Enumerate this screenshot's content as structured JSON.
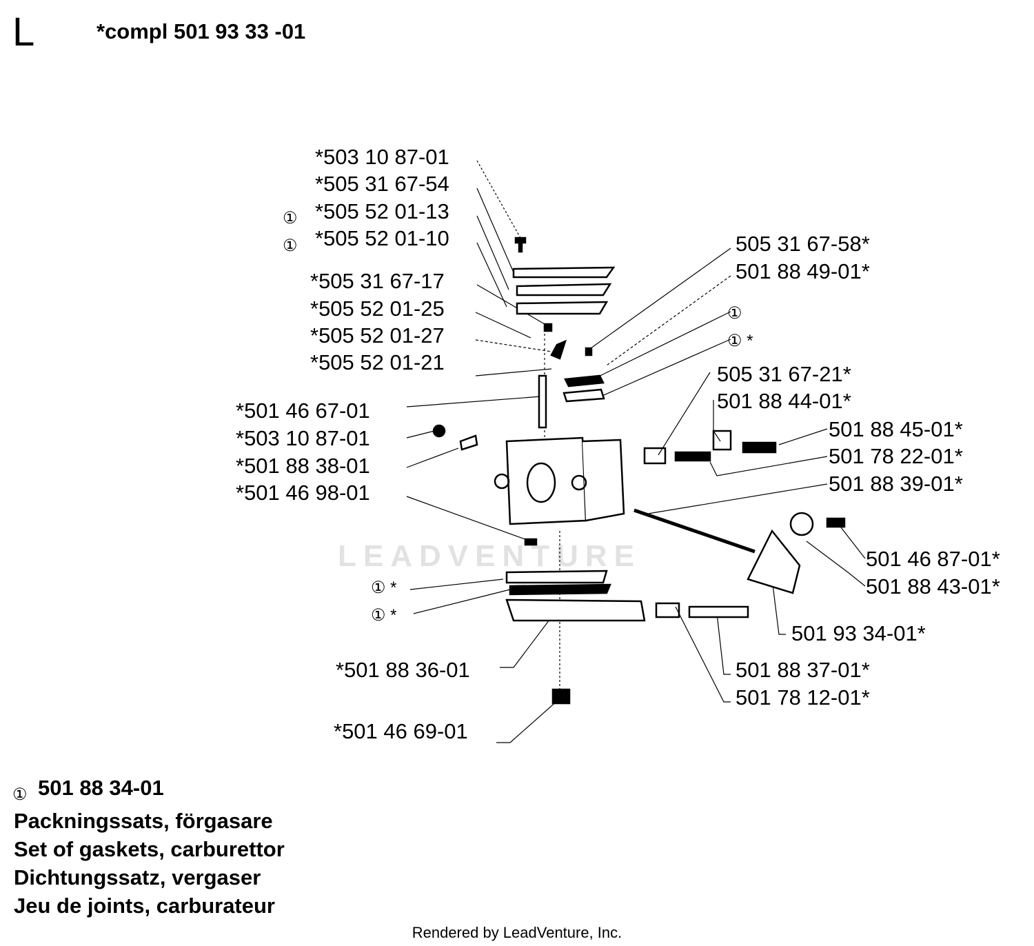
{
  "header": {
    "section_letter": "L",
    "compl_label": "*compl 501 93 33 -01"
  },
  "callouts": [
    {
      "id": "c1",
      "text": "*503 10 87-01"
    },
    {
      "id": "c2",
      "text": "*505 31 67-54"
    },
    {
      "id": "c3",
      "text": "*505 52 01-13"
    },
    {
      "id": "c4",
      "text": "*505 52 01-10"
    },
    {
      "id": "c5",
      "text": "*505 31 67-17"
    },
    {
      "id": "c6",
      "text": "*505 52 01-25"
    },
    {
      "id": "c7",
      "text": "*505 52 01-27"
    },
    {
      "id": "c8",
      "text": "*505 52 01-21"
    },
    {
      "id": "c9",
      "text": "*501 46 67-01"
    },
    {
      "id": "c10",
      "text": "*503 10 87-01"
    },
    {
      "id": "c11",
      "text": "*501 88 38-01"
    },
    {
      "id": "c12",
      "text": "*501 46 98-01"
    },
    {
      "id": "c13",
      "text": "505 31 67-58*"
    },
    {
      "id": "c14",
      "text": "501 88 49-01*"
    },
    {
      "id": "c15",
      "text": "505 31 67-21*"
    },
    {
      "id": "c16",
      "text": "501 88 44-01*"
    },
    {
      "id": "c17",
      "text": "501 88 45-01*"
    },
    {
      "id": "c18",
      "text": "501 78 22-01*"
    },
    {
      "id": "c19",
      "text": "501 88 39-01*"
    },
    {
      "id": "c20",
      "text": "501 46 87-01*"
    },
    {
      "id": "c21",
      "text": "501 88 43-01*"
    },
    {
      "id": "c22",
      "text": "501 93 34-01*"
    },
    {
      "id": "c23",
      "text": "*501 88 36-01"
    },
    {
      "id": "c24",
      "text": "501 88 37-01*"
    },
    {
      "id": "c25",
      "text": "501 78 12-01*"
    },
    {
      "id": "c26",
      "text": "*501 46 69-01"
    }
  ],
  "circle_marks": {
    "one": "①",
    "one_star": "① *"
  },
  "kit": {
    "part_number": "501 88 34-01",
    "lines": [
      "Packningssats, förgasare",
      "Set of gaskets, carburettor",
      "Dichtungssatz, vergaser",
      "Jeu de joints, carburateur"
    ]
  },
  "watermark": "LEADVENTURE",
  "footer": "Rendered by LeadVenture, Inc."
}
